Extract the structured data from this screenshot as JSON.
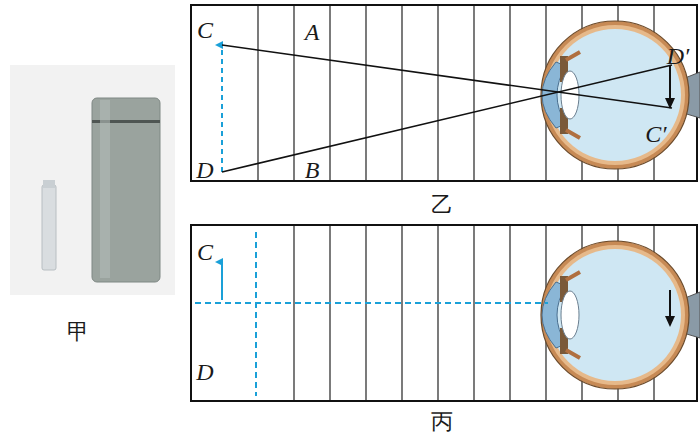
{
  "diagram": {
    "labels": [
      "甲",
      "C",
      "A",
      "D′",
      "D",
      "B",
      "C′",
      "乙",
      "C",
      "D",
      "丙"
    ]
  }
}
